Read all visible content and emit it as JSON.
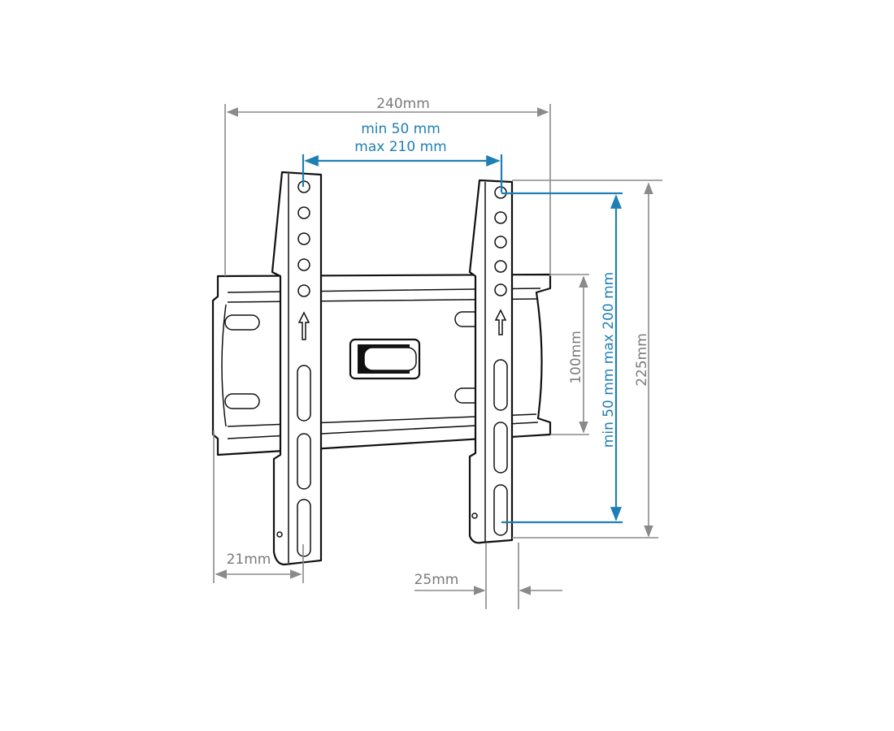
{
  "title": "TV wall mount dimensions",
  "colors": {
    "dimension_gray": "#8a8a8a",
    "vesa_blue": "#1f7fb4",
    "outline": "#111111"
  },
  "dimensions": {
    "overall_width": "240mm",
    "vesa_horizontal_min": "min 50 mm",
    "vesa_horizontal_max": "max 210 mm",
    "overall_height": "225mm",
    "vesa_vertical": "min 50 mm max 200 mm",
    "wall_plate_height": "100mm",
    "bracket_offset": "21mm",
    "wall_distance": "25mm"
  }
}
